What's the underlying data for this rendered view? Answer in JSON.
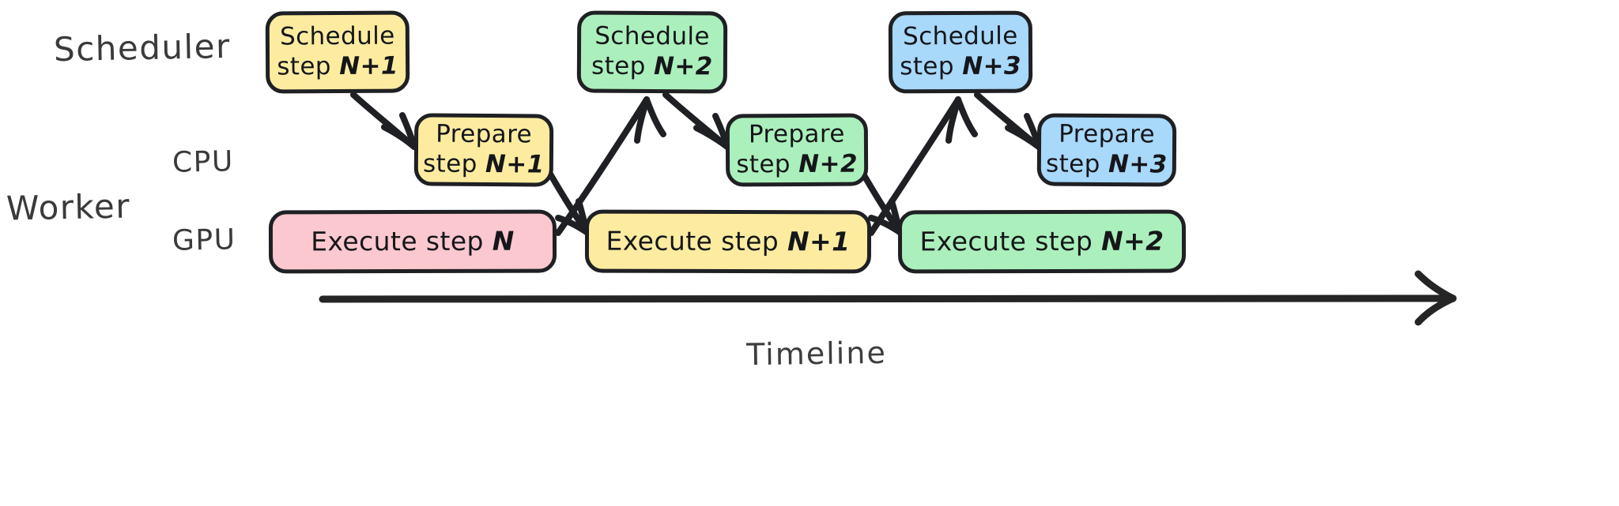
{
  "diagram": {
    "title": "Scheduler / Worker pipeline timeline",
    "background_color": "#ffffff",
    "stroke_color": "#1f2024",
    "style": "hand-drawn sketch"
  },
  "lanes": [
    {
      "id": "scheduler",
      "label": "Scheduler"
    },
    {
      "id": "worker",
      "label": "Worker"
    },
    {
      "id": "cpu",
      "label": "CPU"
    },
    {
      "id": "gpu",
      "label": "GPU"
    }
  ],
  "palette": {
    "yellow": "#fdeca0",
    "green": "#abf0bc",
    "blue": "#a8d8fa",
    "pink": "#fbc8cf",
    "ink": "#1f2024",
    "label": "#3a3a3a"
  },
  "nodes": {
    "schedule_1": {
      "line1": "Schedule",
      "line2_pre": "step ",
      "line2_var": "N+1",
      "color": "yellow",
      "lane": "scheduler"
    },
    "schedule_2": {
      "line1": "Schedule",
      "line2_pre": "step ",
      "line2_var": "N+2",
      "color": "green",
      "lane": "scheduler"
    },
    "schedule_3": {
      "line1": "Schedule",
      "line2_pre": "step ",
      "line2_var": "N+3",
      "color": "blue",
      "lane": "scheduler"
    },
    "prepare_1": {
      "line1": "Prepare",
      "line2_pre": "step ",
      "line2_var": "N+1",
      "color": "yellow",
      "lane": "cpu"
    },
    "prepare_2": {
      "line1": "Prepare",
      "line2_pre": "step ",
      "line2_var": "N+2",
      "color": "green",
      "lane": "cpu"
    },
    "prepare_3": {
      "line1": "Prepare",
      "line2_pre": "step ",
      "line2_var": "N+3",
      "color": "blue",
      "lane": "cpu"
    },
    "execute_0": {
      "line1_pre": "Execute step ",
      "line1_var": "N",
      "color": "pink",
      "lane": "gpu"
    },
    "execute_1": {
      "line1_pre": "Execute step ",
      "line1_var": "N+1",
      "color": "yellow",
      "lane": "gpu"
    },
    "execute_2": {
      "line1_pre": "Execute step ",
      "line1_var": "N+2",
      "color": "green",
      "lane": "gpu"
    }
  },
  "edges": [
    {
      "from": "schedule_1",
      "to": "prepare_1",
      "kind": "arrow",
      "direction": "down-right"
    },
    {
      "from": "execute_0",
      "to": "schedule_2",
      "kind": "arrow",
      "direction": "up-right"
    },
    {
      "from": "schedule_2",
      "to": "prepare_2",
      "kind": "arrow",
      "direction": "down-right"
    },
    {
      "from": "execute_1",
      "to": "schedule_3",
      "kind": "arrow",
      "direction": "up-right"
    },
    {
      "from": "schedule_3",
      "to": "prepare_3",
      "kind": "arrow",
      "direction": "down-right"
    },
    {
      "from": "prepare_1",
      "to": "execute_1",
      "kind": "arrow",
      "direction": "down-right"
    },
    {
      "from": "prepare_2",
      "to": "execute_2",
      "kind": "arrow",
      "direction": "down-right"
    }
  ],
  "axis": {
    "label": "Timeline",
    "orientation": "horizontal",
    "arrow_head": "right"
  }
}
